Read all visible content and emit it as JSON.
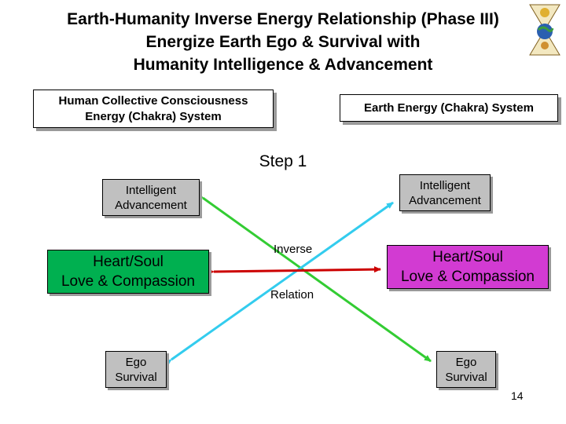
{
  "title": {
    "line1": "Earth-Humanity Inverse Energy Relationship (Phase III)",
    "line2": "Energize Earth Ego & Survival with",
    "line3": "Humanity Intelligence & Advancement"
  },
  "headers": {
    "left_line1": "Human Collective Consciousness",
    "left_line2": "Energy (Chakra) System",
    "right": "Earth Energy (Chakra) System"
  },
  "step_label": "Step 1",
  "left_nodes": {
    "intelligent": {
      "line1": "Intelligent",
      "line2": "Advancement"
    },
    "heart": {
      "line1": "Heart/Soul",
      "line2": "Love & Compassion"
    },
    "ego": {
      "line1": "Ego",
      "line2": "Survival"
    }
  },
  "right_nodes": {
    "intelligent": {
      "line1": "Intelligent",
      "line2": "Advancement"
    },
    "heart": {
      "line1": "Heart/Soul",
      "line2": "Love & Compassion"
    },
    "ego": {
      "line1": "Ego",
      "line2": "Survival"
    }
  },
  "relation_labels": {
    "top": "Inverse",
    "bottom": "Relation"
  },
  "page_number": "14",
  "colors": {
    "green_arrow": "#33cc33",
    "cyan_arrow": "#33ccee",
    "red_arrow": "#cc0000",
    "heart_left": "#00b050",
    "heart_right": "#d23bd2",
    "node_gray": "#c0c0c0"
  }
}
